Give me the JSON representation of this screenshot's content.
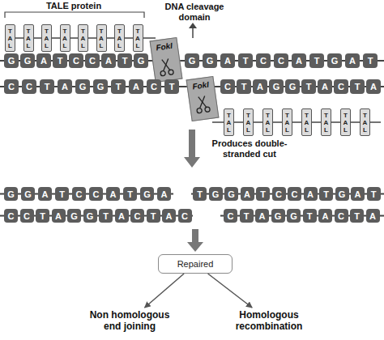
{
  "diagram": {
    "nodes": [
      {
        "text": [
          "T A L"
        ]
      },
      {
        "text": [
          "T A L"
        ]
      },
      {
        "text": [
          "T A L"
        ]
      },
      {
        "text": [
          "T A L"
        ]
      },
      {
        "text": [
          "T A L"
        ]
      },
      {
        "text": [
          "T A L"
        ]
      },
      {
        "text": [
          "T A L"
        ]
      },
      {
        "text": [
          "T A L"
        ]
      },
      {
        "text": [
          "FokI"
        ]
      },
      {
        "text": [
          "G"
        ]
      },
      {
        "text": [
          "G"
        ]
      },
      {
        "text": [
          "A"
        ]
      },
      {
        "text": [
          "T"
        ]
      },
      {
        "text": [
          "C"
        ]
      },
      {
        "text": [
          "C"
        ]
      },
      {
        "text": [
          "A"
        ]
      },
      {
        "text": [
          "T"
        ]
      },
      {
        "text": [
          "G"
        ]
      },
      {
        "text": [
          "G"
        ]
      },
      {
        "text": [
          "G"
        ]
      },
      {
        "text": [
          "A"
        ]
      },
      {
        "text": [
          "T"
        ]
      },
      {
        "text": [
          "C"
        ]
      },
      {
        "text": [
          "C"
        ]
      },
      {
        "text": [
          "A"
        ]
      },
      {
        "text": [
          "T"
        ]
      },
      {
        "text": [
          "G"
        ]
      },
      {
        "text": [
          "A"
        ]
      },
      {
        "text": [
          "T"
        ]
      },
      {
        "text": [
          "C"
        ]
      },
      {
        "text": [
          "C"
        ]
      },
      {
        "text": [
          "T"
        ]
      },
      {
        "text": [
          "A"
        ]
      },
      {
        "text": [
          "G"
        ]
      },
      {
        "text": [
          "G"
        ]
      },
      {
        "text": [
          "T"
        ]
      },
      {
        "text": [
          "A"
        ]
      },
      {
        "text": [
          "C"
        ]
      },
      {
        "text": [
          "T"
        ]
      },
      {
        "text": [
          "C"
        ]
      },
      {
        "text": [
          "T"
        ]
      },
      {
        "text": [
          "A"
        ]
      },
      {
        "text": [
          "G"
        ]
      },
      {
        "text": [
          "G"
        ]
      },
      {
        "text": [
          "T"
        ]
      },
      {
        "text": [
          "A"
        ]
      },
      {
        "text": [
          "C"
        ]
      },
      {
        "text": [
          "T"
        ]
      },
      {
        "text": [
          "A"
        ]
      },
      {
        "text": [
          "FokI"
        ]
      },
      {
        "text": [
          "T A L"
        ]
      },
      {
        "text": [
          "T A L"
        ]
      },
      {
        "text": [
          "T A L"
        ]
      },
      {
        "text": [
          "T A L"
        ]
      },
      {
        "text": [
          "T A L"
        ]
      },
      {
        "text": [
          "T A L"
        ]
      },
      {
        "text": [
          "T A L"
        ]
      },
      {
        "text": [
          "T A L"
        ]
      },
      {
        "text": [
          "G"
        ]
      },
      {
        "text": [
          "G"
        ]
      },
      {
        "text": [
          "A"
        ]
      },
      {
        "text": [
          "T"
        ]
      },
      {
        "text": [
          "C"
        ]
      },
      {
        "text": [
          "C"
        ]
      },
      {
        "text": [
          "A"
        ]
      },
      {
        "text": [
          "T"
        ]
      },
      {
        "text": [
          "G"
        ]
      },
      {
        "text": [
          "A"
        ]
      },
      {
        "text": [
          "T"
        ]
      },
      {
        "text": [
          "G"
        ]
      },
      {
        "text": [
          "G"
        ]
      },
      {
        "text": [
          "A"
        ]
      },
      {
        "text": [
          "T"
        ]
      },
      {
        "text": [
          "C"
        ]
      },
      {
        "text": [
          "C"
        ]
      },
      {
        "text": [
          "A"
        ]
      },
      {
        "text": [
          "T"
        ]
      },
      {
        "text": [
          "G"
        ]
      },
      {
        "text": [
          "A"
        ]
      },
      {
        "text": [
          "T"
        ]
      },
      {
        "text": [
          "C"
        ]
      },
      {
        "text": [
          "C"
        ]
      },
      {
        "text": [
          "T"
        ]
      },
      {
        "text": [
          "A"
        ]
      },
      {
        "text": [
          "G"
        ]
      },
      {
        "text": [
          "G"
        ]
      },
      {
        "text": [
          "T"
        ]
      },
      {
        "text": [
          "A"
        ]
      },
      {
        "text": [
          "C"
        ]
      },
      {
        "text": [
          "T"
        ]
      },
      {
        "text": [
          "A"
        ]
      },
      {
        "text": [
          "C"
        ]
      },
      {
        "text": [
          "C"
        ]
      },
      {
        "text": [
          "T"
        ]
      },
      {
        "text": [
          "A"
        ]
      },
      {
        "text": [
          "G"
        ]
      },
      {
        "text": [
          "G"
        ]
      },
      {
        "text": [
          "T"
        ]
      },
      {
        "text": [
          "A"
        ]
      },
      {
        "text": [
          "C"
        ]
      },
      {
        "text": [
          "T"
        ]
      },
      {
        "text": [
          "A"
        ]
      },
      {
        "text": [
          "Repaired"
        ]
      },
      {
        "text": [
          "Non homologous end joining"
        ]
      },
      {
        "text": [
          "Homologous recombination"
        ]
      }
    ],
    "edges": [
      {
        "from": 102,
        "to": 103,
        "arrow": "to"
      },
      {
        "from": 102,
        "to": 104,
        "arrow": "to"
      }
    ],
    "labels": [
      "TALE protein",
      "DNA cleavage domain",
      "Produces double-stranded cut"
    ]
  }
}
